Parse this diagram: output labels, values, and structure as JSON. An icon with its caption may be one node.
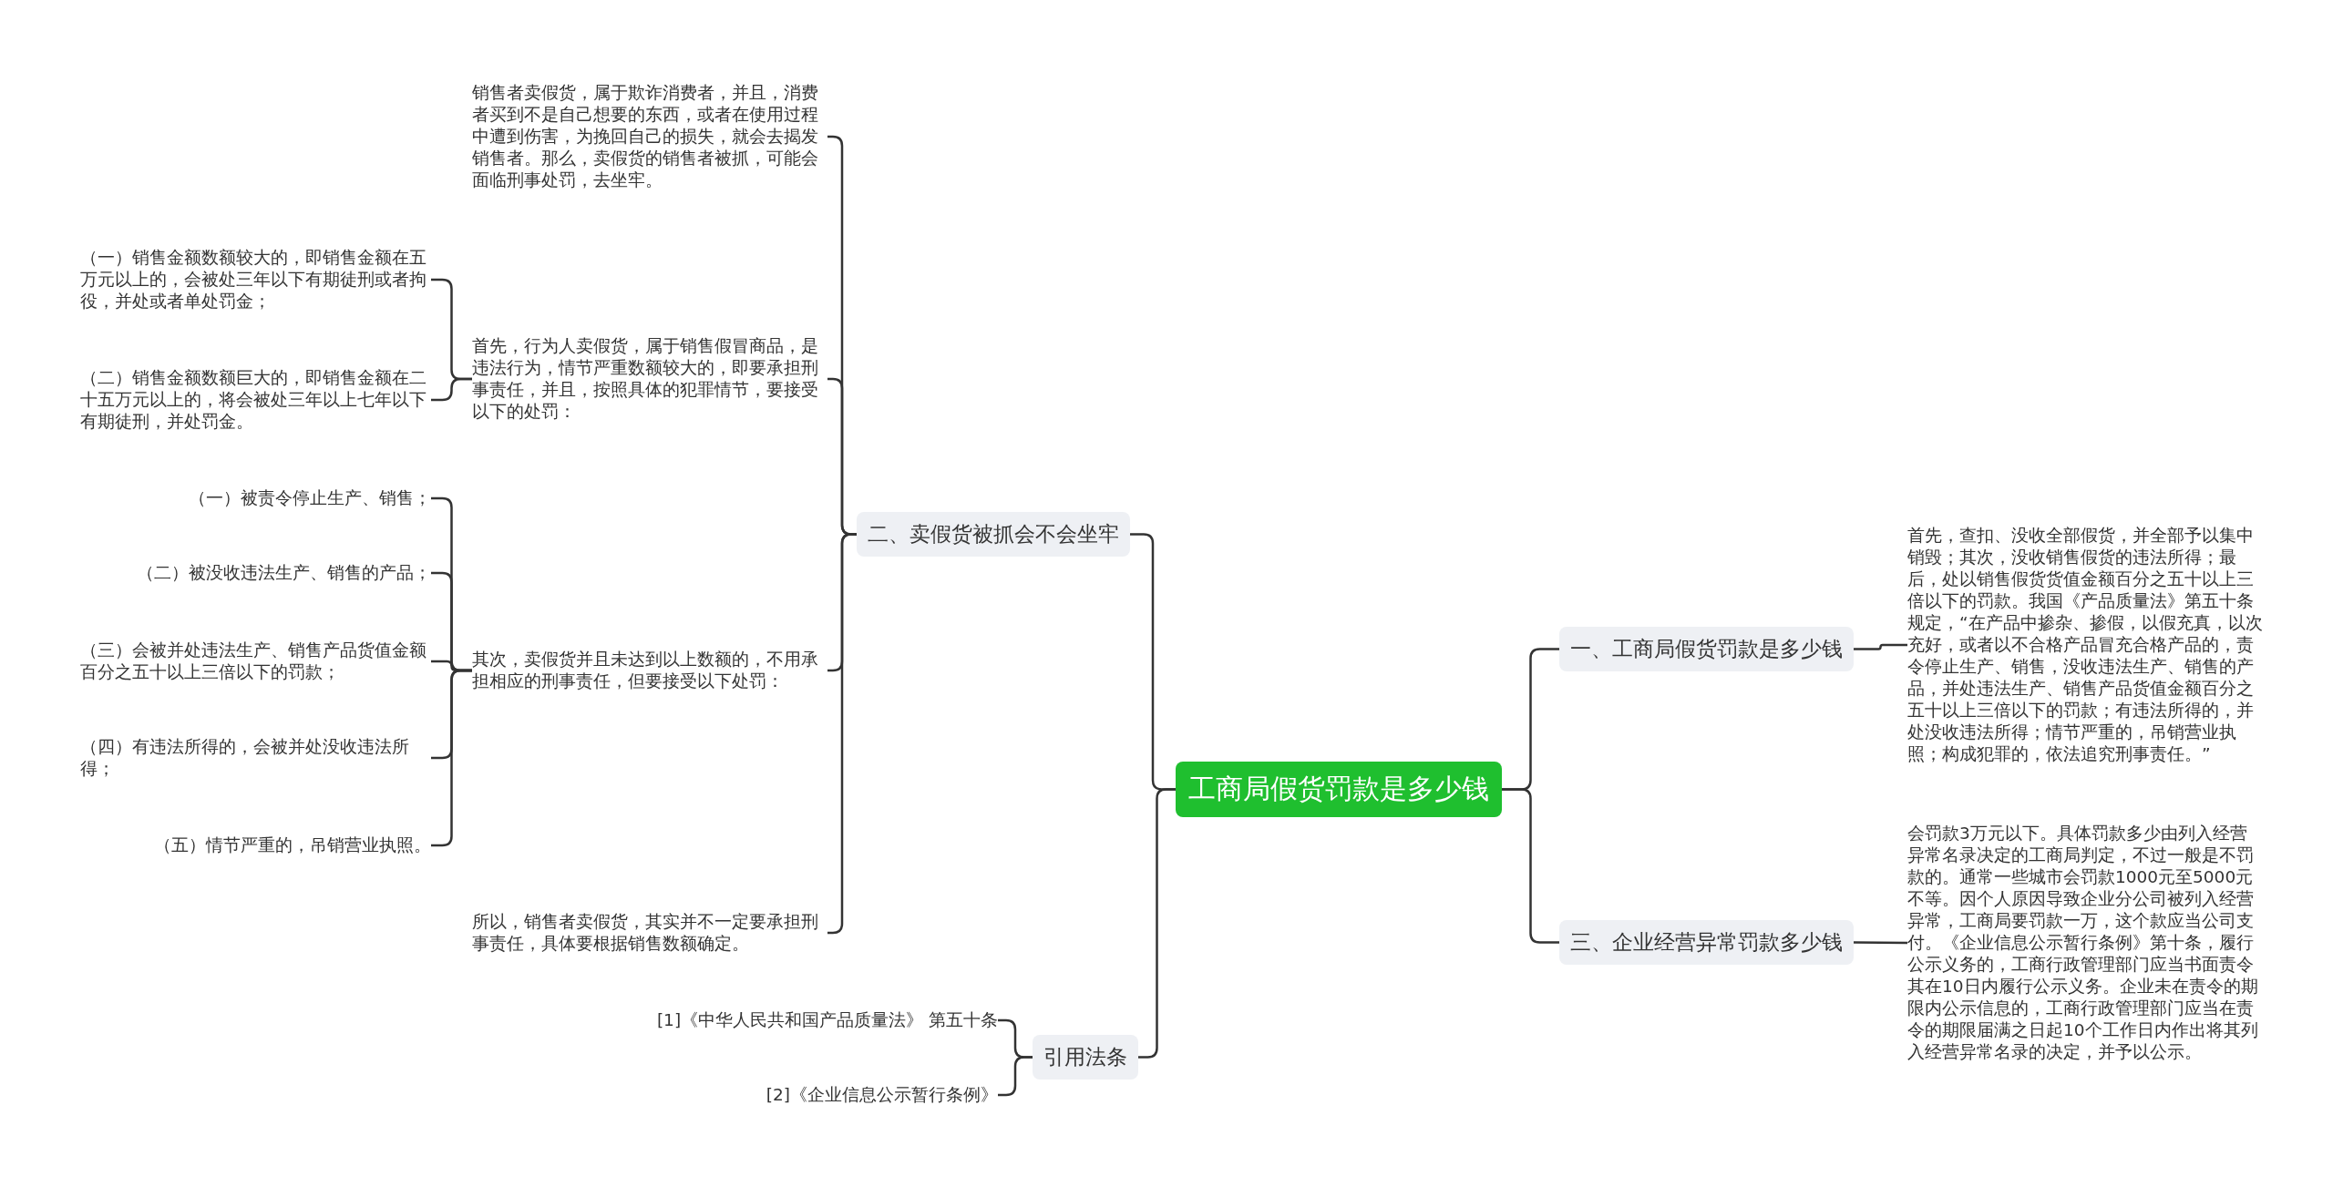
{
  "diagram": {
    "nodes": [
      {
        "text": [
          "工商局假货罚款是多少钱"
        ]
      },
      {
        "text": [
          "一、工商局假货罚款是多少钱"
        ]
      },
      {
        "text": [
          "首先，查扣、没收全部假货，并全部予以集中销毁；其次，没收销售假货的违法所得；最后，处以销售假货货值金额百分之五十以上三倍以下的罚款。我国《产品质量法》第五十条规定，“在产品中掺杂、掺假，以假充真，以次充好，或者以不合格产品冒充合格产品的，责令停止生产、销售，没收违法生产、销售的产品，并处违法生产、销售产品货值金额百分之五十以上三倍以下的罚款；有违法所得的，并处没收违法所得；情节严重的，吊销营业执照；构成犯罪的，依法追究刑事责任。”"
        ]
      },
      {
        "text": [
          "三、企业经营异常罚款多少钱"
        ]
      },
      {
        "text": [
          "会罚款3万元以下。具体罚款多少由列入经营异常名录决定的工商局判定，不过一般是不罚款的。通常一些城市会罚款1000元至5000元不等。因个人原因导致企业分公司被列入经营异常，工商局要罚款一万，这个款应当公司支付。《企业信息公示暂行条例》第十条，履行公示义务的，工商行政管理部门应当书面责令其在10日内履行公示义务。企业未在责令的期限内公示信息的，工商行政管理部门应当在责令的期限届满之日起10个工作日内作出将其列入经营异常名录的决定，并予以公示。"
        ]
      },
      {
        "text": [
          "二、卖假货被抓会不会坐牢"
        ]
      },
      {
        "text": [
          "销售者卖假货，属于欺诈消费者，并且，消费者买到不是自己想要的东西，或者在使用过程中遭到伤害，为挽回自己的损失，就会去揭发销售者。那么，卖假货的销售者被抓，可能会面临刑事处罚，去坐牢。"
        ]
      },
      {
        "text": [
          "首先，行为人卖假货，属于销售假冒商品，是违法行为，情节严重数额较大的，即要承担刑事责任，并且，按照具体的犯罪情节，要接受以下的处罚："
        ]
      },
      {
        "text": [
          "（一）销售金额数额较大的，即销售金额在五万元以上的，会被处三年以下有期徒刑或者拘役，并处或者单处罚金；"
        ]
      },
      {
        "text": [
          "（二）销售金额数额巨大的，即销售金额在二十五万元以上的，将会被处三年以上七年以下有期徒刑，并处罚金。"
        ]
      },
      {
        "text": [
          "其次，卖假货并且未达到以上数额的，不用承担相应的刑事责任，但要接受以下处罚："
        ]
      },
      {
        "text": [
          "（一）被责令停止生产、销售；"
        ]
      },
      {
        "text": [
          "（二）被没收违法生产、销售的产品；"
        ]
      },
      {
        "text": [
          "（三）会被并处违法生产、销售产品货值金额百分之五十以上三倍以下的罚款；"
        ]
      },
      {
        "text": [
          "（四）有违法所得的，会被并处没收违法所得；"
        ]
      },
      {
        "text": [
          "（五）情节严重的，吊销营业执照。"
        ]
      },
      {
        "text": [
          "所以，销售者卖假货，其实并不一定要承担刑事责任，具体要根据销售数额确定。"
        ]
      },
      {
        "text": [
          "引用法条"
        ]
      },
      {
        "text": [
          "[1]《中华人民共和国产品质量法》 第五十条"
        ]
      },
      {
        "text": [
          "[2]《企业信息公示暂行条例》"
        ]
      }
    ],
    "edges": [
      {
        "from": 0,
        "to": 1,
        "arrow": "none"
      },
      {
        "from": 1,
        "to": 2,
        "arrow": "none"
      },
      {
        "from": 0,
        "to": 3,
        "arrow": "none"
      },
      {
        "from": 3,
        "to": 4,
        "arrow": "none"
      },
      {
        "from": 0,
        "to": 5,
        "arrow": "none"
      },
      {
        "from": 5,
        "to": 6,
        "arrow": "none"
      },
      {
        "from": 5,
        "to": 7,
        "arrow": "none"
      },
      {
        "from": 7,
        "to": 8,
        "arrow": "none"
      },
      {
        "from": 7,
        "to": 9,
        "arrow": "none"
      },
      {
        "from": 5,
        "to": 10,
        "arrow": "none"
      },
      {
        "from": 10,
        "to": 11,
        "arrow": "none"
      },
      {
        "from": 10,
        "to": 12,
        "arrow": "none"
      },
      {
        "from": 10,
        "to": 13,
        "arrow": "none"
      },
      {
        "from": 10,
        "to": 14,
        "arrow": "none"
      },
      {
        "from": 10,
        "to": 15,
        "arrow": "none"
      },
      {
        "from": 5,
        "to": 16,
        "arrow": "none"
      },
      {
        "from": 0,
        "to": 17,
        "arrow": "none"
      },
      {
        "from": 17,
        "to": 18,
        "arrow": "none"
      },
      {
        "from": 17,
        "to": 19,
        "arrow": "none"
      }
    ]
  }
}
